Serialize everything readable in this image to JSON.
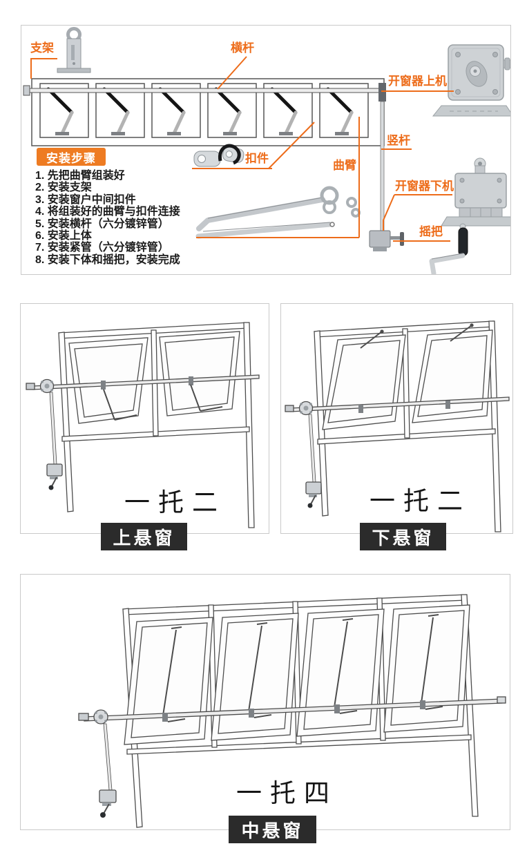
{
  "colors": {
    "accent_orange": "#ed6c1a",
    "steps_badge_bg": "#ee7b22",
    "tag_dark": "#2b2b2b",
    "box_border": "#c9c9c9"
  },
  "top_diagram": {
    "part_labels": {
      "bracket": "支架",
      "horizontal_rod": "横杆",
      "opener_upper": "开窗器上机",
      "vertical_rod": "竖杆",
      "fastener": "扣件",
      "curved_arm": "曲臂",
      "opener_lower": "开窗器下机",
      "crank_handle": "摇把"
    },
    "install_steps": {
      "title": "安装步骤",
      "items": [
        "1. 先把曲臂组装好",
        "2. 安装支架",
        "3. 安装窗户中间扣件",
        "4. 将组装好的曲臂与扣件连接",
        "5. 安装横杆（六分镀锌管）",
        "6. 安装上体",
        "7. 安装紧管（六分镀锌管）",
        "8. 安装下体和摇把，安装完成"
      ]
    }
  },
  "panels": [
    {
      "caption": "一托二",
      "badge": "上悬窗"
    },
    {
      "caption": "一托二",
      "badge": "下悬窗"
    },
    {
      "caption": "一托四",
      "badge": "中悬窗"
    }
  ]
}
